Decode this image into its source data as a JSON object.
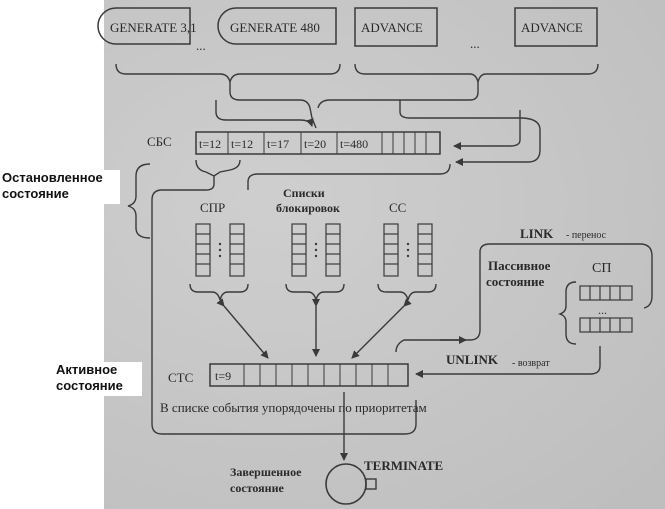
{
  "generators": [
    "GENERATE 3,1",
    "GENERATE 480"
  ],
  "advances": [
    "ADVANCE",
    "ADVANCE"
  ],
  "ellipsis": "...",
  "sbs": {
    "label": "СБС",
    "cells": [
      "t=12",
      "t=12",
      "t=17",
      "t=20",
      "t=480"
    ]
  },
  "stopped_state": [
    "Остановленное",
    "состояние"
  ],
  "spr": "СПР",
  "lock_lists": [
    "Списки",
    "блокировок"
  ],
  "ss": "СС",
  "link": {
    "label": "LINK",
    "note": "- перенос"
  },
  "passive_state": [
    "Пассивное",
    "состояние"
  ],
  "sp": "СП",
  "unlink": {
    "label": "UNLINK",
    "note": "- возврат"
  },
  "active_state": [
    "Активное",
    "состояние"
  ],
  "sts": {
    "label": "СТС",
    "first_cell": "t=9"
  },
  "priority_note": "В списке события упорядочены по приоритетам",
  "completed_state": [
    "Завершенное",
    "состояние"
  ],
  "terminate": "TERMINATE"
}
